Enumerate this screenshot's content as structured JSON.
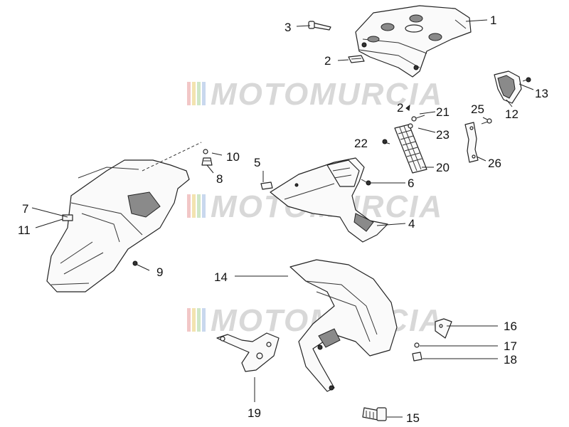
{
  "watermark": {
    "text": "MOTOMURCIA",
    "stripe_colors": [
      "#f2c7c7",
      "#f3e3b0",
      "#cfe7c6",
      "#c9d8ee"
    ]
  },
  "callouts": {
    "c1": "1",
    "c2a": "2",
    "c2b": "2",
    "c3": "3",
    "c4": "4",
    "c5": "5",
    "c6": "6",
    "c7": "7",
    "c8": "8",
    "c9": "9",
    "c10": "10",
    "c11": "11",
    "c12": "12",
    "c13": "13",
    "c14": "14",
    "c15": "15",
    "c16": "16",
    "c17": "17",
    "c18": "18",
    "c19": "19",
    "c20": "20",
    "c21": "21",
    "c22": "22",
    "c23": "23",
    "c25": "25",
    "c26": "26"
  }
}
